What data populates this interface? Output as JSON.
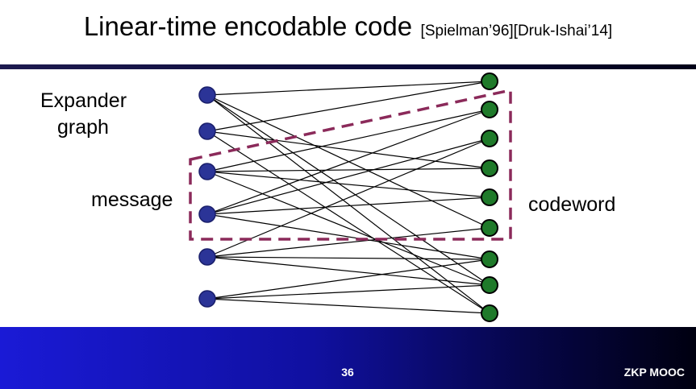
{
  "slide": {
    "title": "Linear-time encodable code",
    "title_refs": "[Spielman’96][Druk-Ishai’14]",
    "page_number": "36",
    "footer_brand": "ZKP MOOC"
  },
  "labels": {
    "expander_line1": "Expander",
    "expander_line2": "graph",
    "message": "message",
    "codeword": "codeword"
  },
  "colors": {
    "left_node": "#2b3497",
    "right_node": "#1f7a2a",
    "dashed_box": "#8b2a5a",
    "edge": "#000000"
  },
  "graph": {
    "left_node_count": 6,
    "right_node_count": 9,
    "message_left_nodes": [
      2,
      3
    ],
    "codeword_right_nodes": [
      0,
      1,
      2,
      3,
      4,
      5
    ],
    "edges": [
      [
        0,
        0
      ],
      [
        0,
        5
      ],
      [
        0,
        7
      ],
      [
        0,
        8
      ],
      [
        1,
        0
      ],
      [
        1,
        3
      ],
      [
        1,
        8
      ],
      [
        2,
        1
      ],
      [
        2,
        3
      ],
      [
        2,
        4
      ],
      [
        2,
        7
      ],
      [
        3,
        1
      ],
      [
        3,
        2
      ],
      [
        3,
        4
      ],
      [
        3,
        6
      ],
      [
        4,
        2
      ],
      [
        4,
        5
      ],
      [
        4,
        6
      ],
      [
        4,
        7
      ],
      [
        5,
        6
      ],
      [
        5,
        7
      ],
      [
        5,
        8
      ]
    ]
  }
}
